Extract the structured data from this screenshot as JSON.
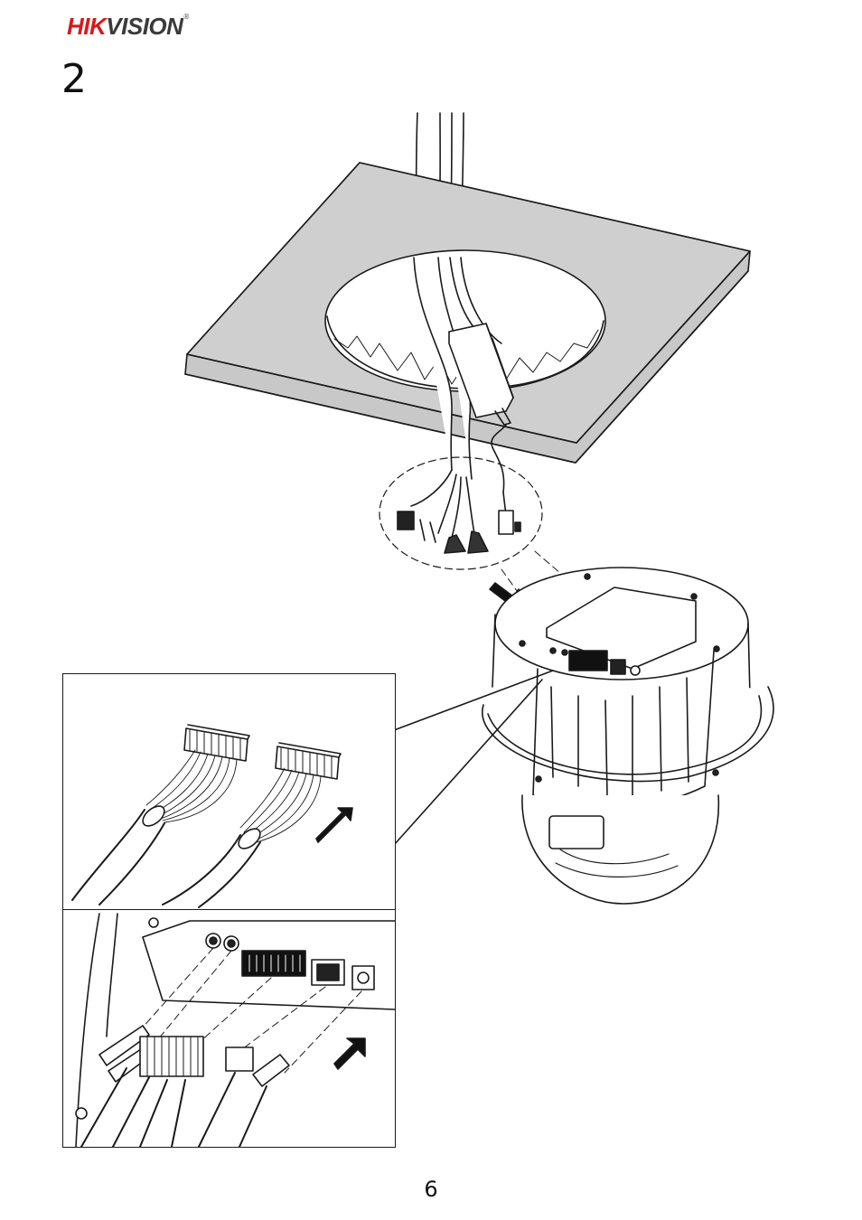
{
  "header": {
    "logo_hik": "HIK",
    "logo_vision": "VISION",
    "logo_reg": "®"
  },
  "step": {
    "number": "2"
  },
  "footer": {
    "page_number": "6"
  },
  "colors": {
    "brand_red": "#d7191c",
    "brand_gray": "#3a3a3a",
    "ceiling_fill": "#c8c8c8",
    "line": "#1a1a1a"
  },
  "icons": [
    "arrow-icon",
    "cable-icon",
    "terminal-connector-icon",
    "speed-dome-camera-icon"
  ]
}
